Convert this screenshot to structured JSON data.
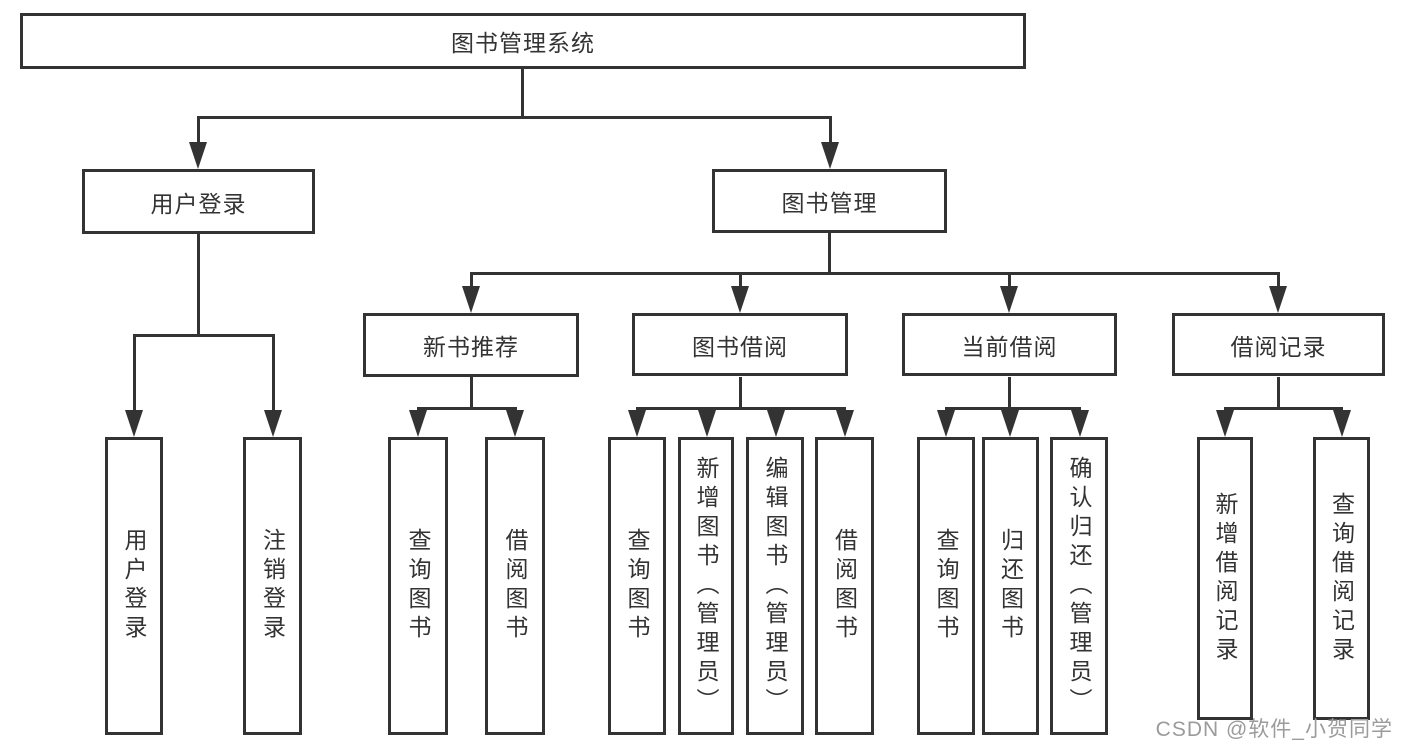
{
  "nodes": {
    "root": {
      "label": "图书管理系统"
    },
    "user_login": {
      "label": "用户登录"
    },
    "book_management": {
      "label": "图书管理"
    },
    "new_book_recommend": {
      "label": "新书推荐"
    },
    "book_borrow": {
      "label": "图书借阅"
    },
    "current_borrow": {
      "label": "当前借阅"
    },
    "borrow_records": {
      "label": "借阅记录"
    },
    "leaves": {
      "user_login": {
        "label": "用户登录"
      },
      "logout": {
        "label": "注销登录"
      },
      "nbr_query_books": {
        "label": "查询图书"
      },
      "nbr_borrow_books": {
        "label": "借阅图书"
      },
      "bb_query_books": {
        "label": "查询图书"
      },
      "bb_add_books": {
        "label": "新增图书（管理员）"
      },
      "bb_edit_books": {
        "label": "编辑图书（管理员）"
      },
      "bb_borrow_books": {
        "label": "借阅图书"
      },
      "cb_query_books": {
        "label": "查询图书"
      },
      "cb_return_books": {
        "label": "归还图书"
      },
      "cb_confirm_return": {
        "label": "确认归还（管理员）"
      },
      "br_add_record": {
        "label": "新增借阅记录"
      },
      "br_query_record": {
        "label": "查询借阅记录"
      }
    }
  },
  "watermark": {
    "text": "CSDN @软件_小贺同学"
  },
  "colors": {
    "line": "#333333",
    "text": "#333333",
    "box_background": "#ffffff",
    "watermark": "#9b9b9b"
  }
}
